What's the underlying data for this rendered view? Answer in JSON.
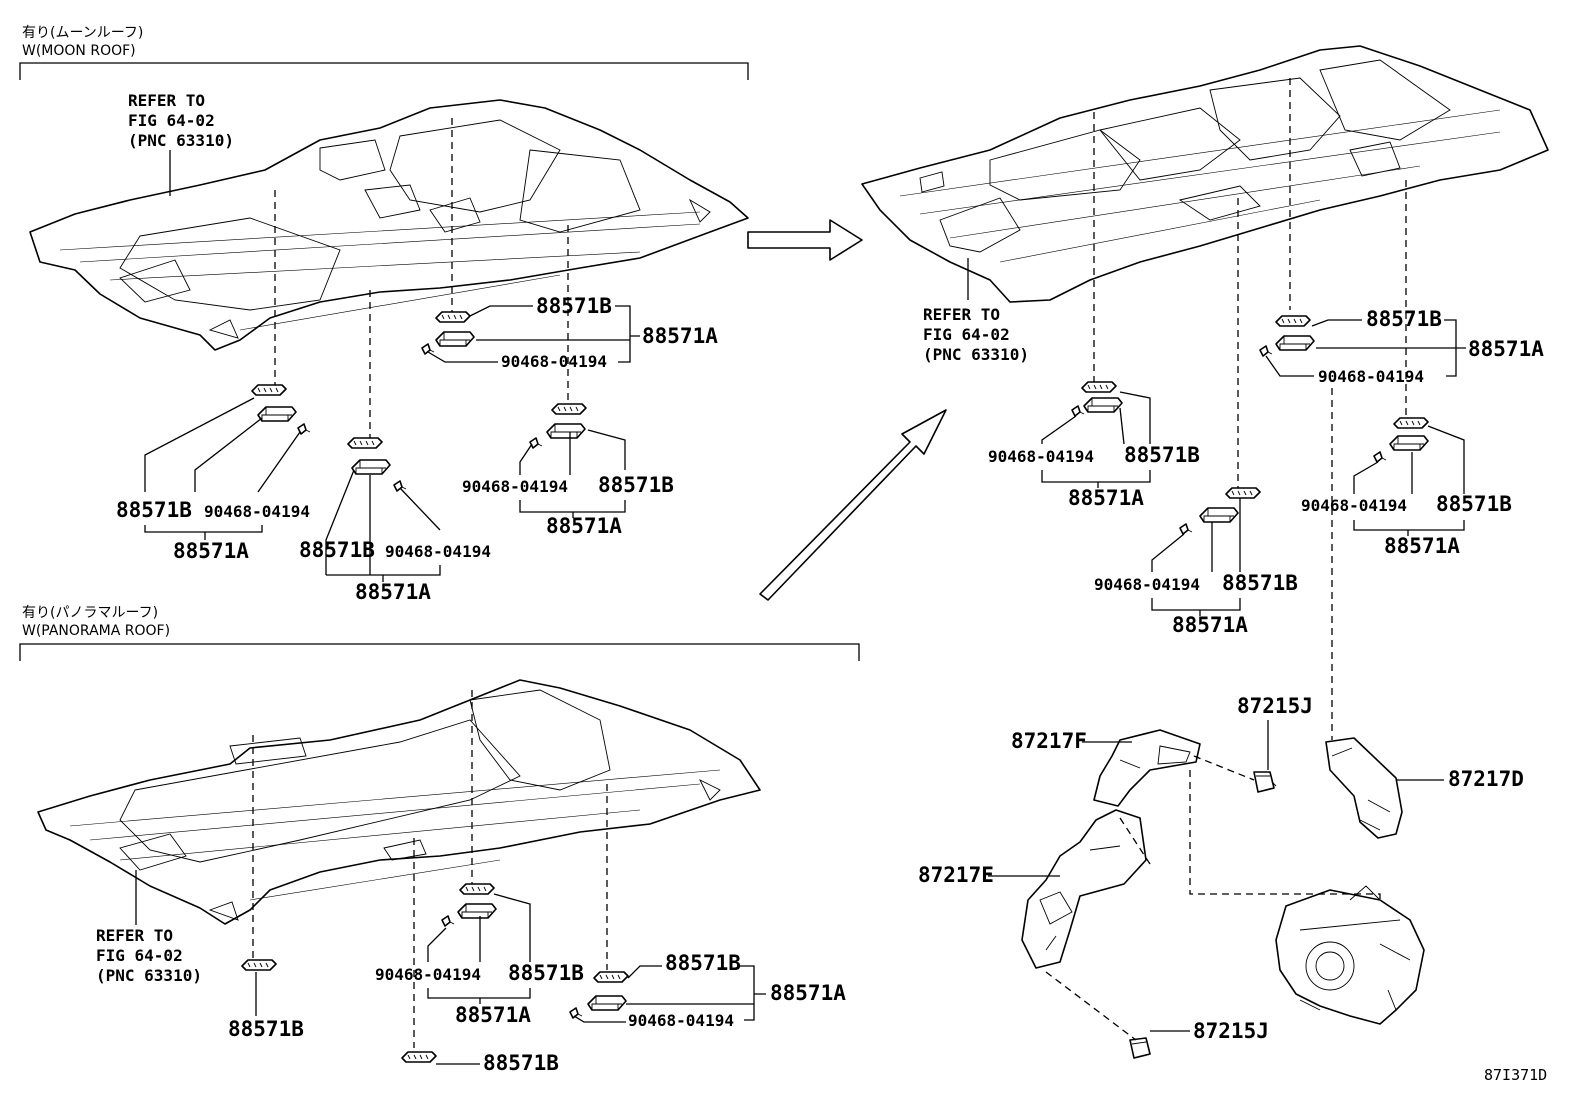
{
  "sections": {
    "moon_roof": {
      "label_jp": "有り(ムーンルーフ)",
      "label_en": "W(MOON ROOF)"
    },
    "panorama_roof": {
      "label_jp": "有り(パノラマルーフ)",
      "label_en": "W(PANORAMA ROOF)"
    }
  },
  "refer_to": {
    "line1": "REFER TO",
    "line2": "FIG 64-02",
    "line3": "(PNC 63310)"
  },
  "parts": {
    "p88571A": "88571A",
    "p88571B": "88571B",
    "p90468": "90468-04194",
    "p87217F": "87217F",
    "p87217E": "87217E",
    "p87217D": "87217D",
    "p87215J": "87215J"
  },
  "figure_id": "87I371D"
}
